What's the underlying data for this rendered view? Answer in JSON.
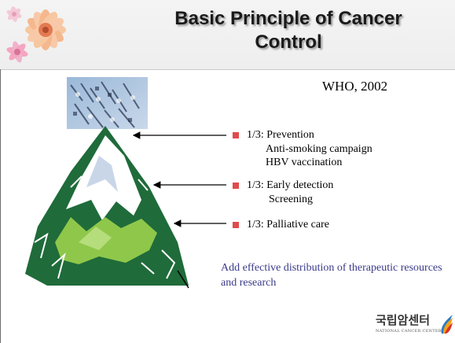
{
  "slide": {
    "title_line1": "Basic Principle of Cancer",
    "title_line2": "Control",
    "citation": "WHO, 2002"
  },
  "bullets": [
    {
      "label": "1/3: Prevention",
      "subitems": [
        "Anti-smoking campaign",
        "HBV vaccination"
      ]
    },
    {
      "label": "1/3: Early detection",
      "subitems": [
        "Screening"
      ]
    },
    {
      "label": "1/3: Palliative care",
      "subitems": []
    }
  ],
  "note": "Add effective distribution of therapeutic resources and research",
  "logo": {
    "korean_name": "국립암센터",
    "english_name": "NATIONAL CANCER CENTER"
  },
  "colors": {
    "bullet": "#e04b4b",
    "note_text": "#3a3a8a",
    "mountain_dark": "#1f6b3a",
    "mountain_light": "#8fc74a"
  }
}
